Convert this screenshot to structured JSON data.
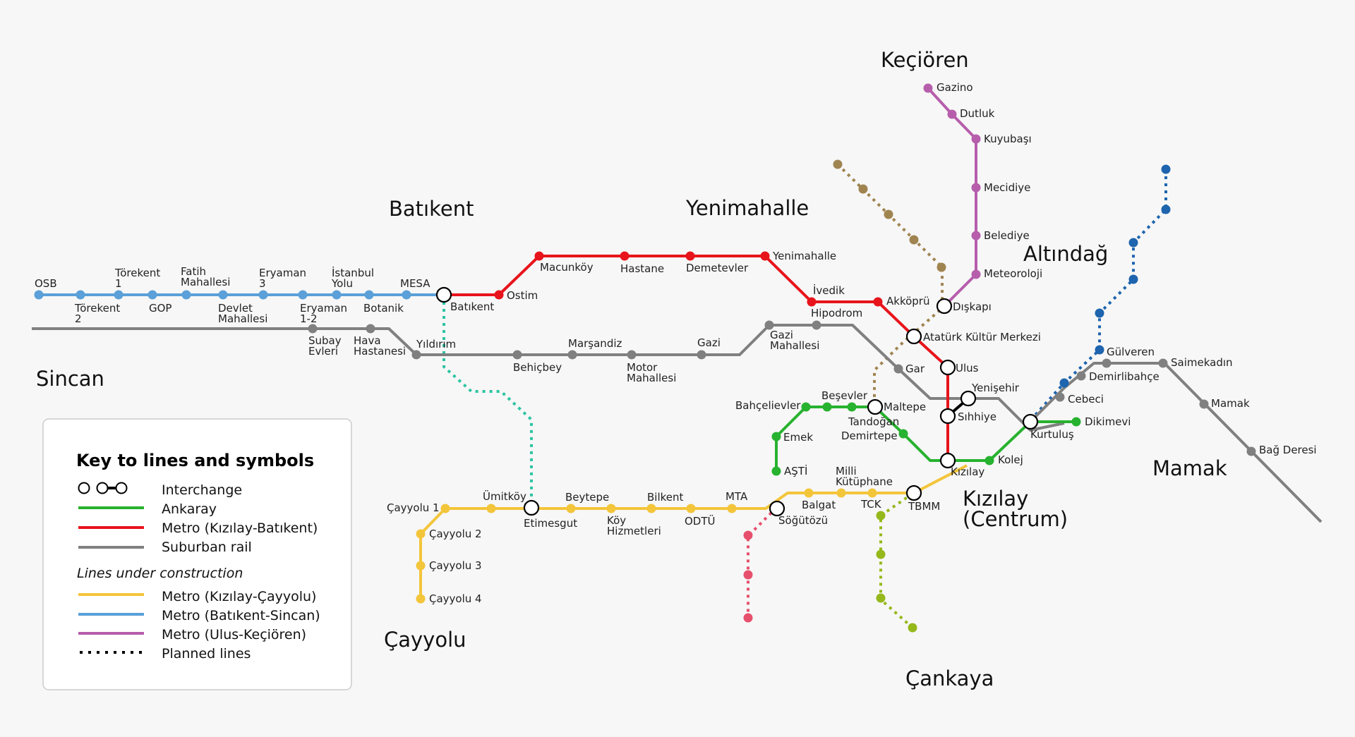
{
  "colors": {
    "ankaray": "#27b22f",
    "red": "#e8141b",
    "suburban": "#808080",
    "yellow": "#f3c53a",
    "blue": "#5ba0d8",
    "purple": "#b65eab",
    "teal": "#2ec4a3",
    "brown": "#a08450",
    "darkblue": "#1e64ae",
    "pink": "#e6506c",
    "lime": "#95b81a"
  },
  "districts": {
    "kecioren": "Keçiören",
    "batikent": "Batıkent",
    "yenimahalle": "Yenimahalle",
    "altindag": "Altındağ",
    "sincan": "Sincan",
    "mamak": "Mamak",
    "kizilay1": "Kızılay",
    "kizilay2": "(Centrum)",
    "cayyolu": "Çayyolu",
    "cankaya": "Çankaya"
  },
  "stations": {
    "osb": "OSB",
    "torekent2a": "Törekent",
    "torekent2b": "2",
    "torekent1a": "Törekent",
    "torekent1b": "1",
    "gop": "GOP",
    "fatih1": "Fatih",
    "fatih2": "Mahallesi",
    "devlet1": "Devlet",
    "devlet2": "Mahallesi",
    "eryaman3a": "Eryaman",
    "eryaman3b": "3",
    "eryaman12a": "Eryaman",
    "eryaman12b": "1-2",
    "istanbul1": "İstanbul",
    "istanbul2": "Yolu",
    "botanik": "Botanik",
    "mesa": "MESA",
    "batikent": "Batıkent",
    "ostim": "Ostim",
    "macunkoy": "Macunköy",
    "hastane": "Hastane",
    "demetevler": "Demetevler",
    "yenimahalle": "Yenimahalle",
    "ivedik": "İvedik",
    "akkopru": "Akköprü",
    "diskapi": "Dışkapı",
    "akm": "Atatürk Kültür Merkezi",
    "ulus": "Ulus",
    "yenisehir": "Yenişehir",
    "sihhiye": "Sıhhiye",
    "kizilay": "Kızılay",
    "kolej": "Kolej",
    "kurtulus": "Kurtuluş",
    "dikimevi": "Dikimevi",
    "gazino": "Gazino",
    "dutluk": "Dutluk",
    "kuyubasi": "Kuyubaşı",
    "mecidiye": "Mecidiye",
    "belediye": "Belediye",
    "meteoroloji": "Meteoroloji",
    "subay1": "Subay",
    "subay2": "Evleri",
    "hava1": "Hava",
    "hava2": "Hastanesi",
    "yildirim": "Yıldırım",
    "behicbey": "Behiçbey",
    "marsandiz": "Marşandiz",
    "motor1": "Motor",
    "motor2": "Mahallesi",
    "gazi": "Gazi",
    "gazimah1": "Gazi",
    "gazimah2": "Mahallesi",
    "hipodrom": "Hipodrom",
    "gar": "Gar",
    "gulveren": "Gülveren",
    "demirlibahce": "Demirlibahçe",
    "saimekadin": "Saimekadın",
    "cebeci": "Cebeci",
    "mamak": "Mamak",
    "bagderesi": "Bağ Deresi",
    "bahcelievler": "Bahçelievler",
    "besevler": "Beşevler",
    "maltepe": "Maltepe",
    "tandogan": "Tandoğan",
    "demirtepe": "Demirtepe",
    "emek": "Emek",
    "asti": "AŞTİ",
    "cayyolu1": "Çayyolu 1",
    "cayyolu2": "Çayyolu 2",
    "cayyolu3": "Çayyolu 3",
    "cayyolu4": "Çayyolu 4",
    "umitkoy": "Ümitköy",
    "etimesgut": "Etimesgut",
    "beytepe": "Beytepe",
    "koy1": "Köy",
    "koy2": "Hizmetleri",
    "bilkent": "Bilkent",
    "odtu": "ODTÜ",
    "mta": "MTA",
    "sogutozu": "Söğütözü",
    "balgat": "Balgat",
    "milli1": "Milli",
    "milli2": "Kütüphane",
    "tck": "TCK",
    "tbmm": "TBMM"
  },
  "legend": {
    "title": "Key to lines and symbols",
    "interchange": "Interchange",
    "ankaray": "Ankaray",
    "metro_red": "Metro (Kızılay-Batıkent)",
    "suburban": "Suburban rail",
    "under_construction": "Lines under construction",
    "metro_yellow": "Metro (Kızılay-Çayyolu)",
    "metro_blue": "Metro (Batıkent-Sincan)",
    "metro_purple": "Metro (Ulus-Keçiören)",
    "planned": "Planned lines"
  }
}
